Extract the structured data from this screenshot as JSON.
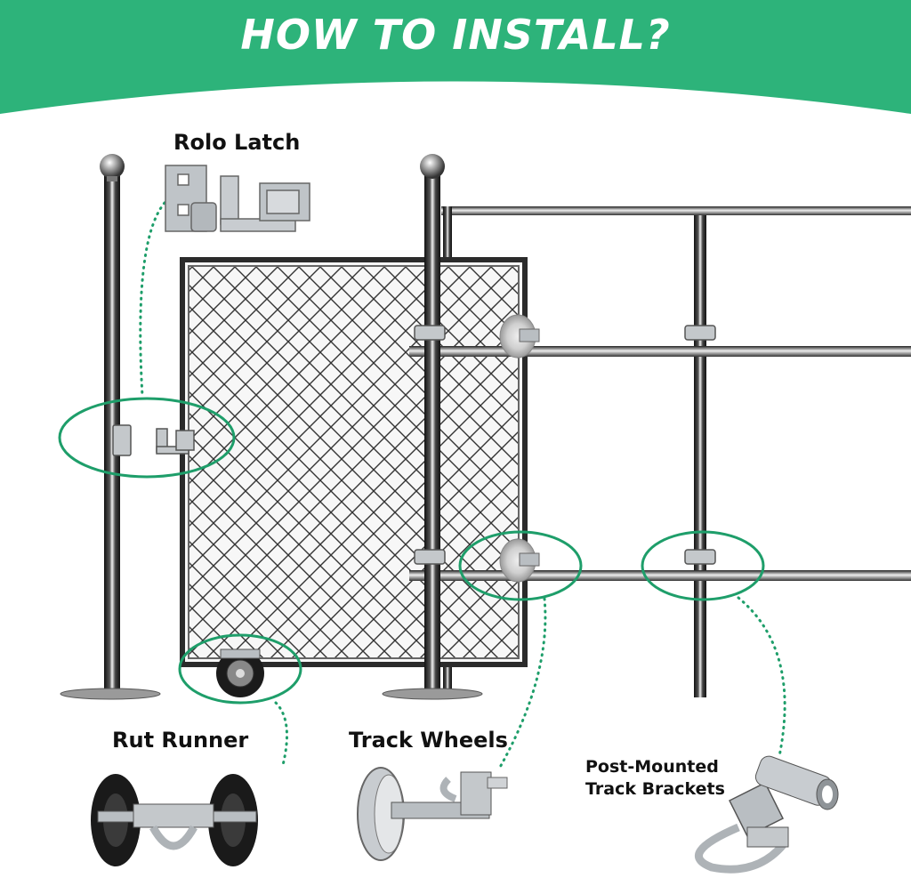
{
  "header": {
    "title": "HOW TO INSTALL?",
    "background_color": "#2db37a"
  },
  "labels": {
    "rolo_latch": "Rolo Latch",
    "rut_runner": "Rut Runner",
    "track_wheels": "Track Wheels",
    "post_mounted_line1": "Post-Mounted",
    "post_mounted_line2": "Track Brackets"
  },
  "colors": {
    "callout_ring": "#1e9e6a",
    "metal_dark": "#2b2b2b",
    "metal_light": "#d7d7d7",
    "galvanized": "#b9bec2"
  }
}
